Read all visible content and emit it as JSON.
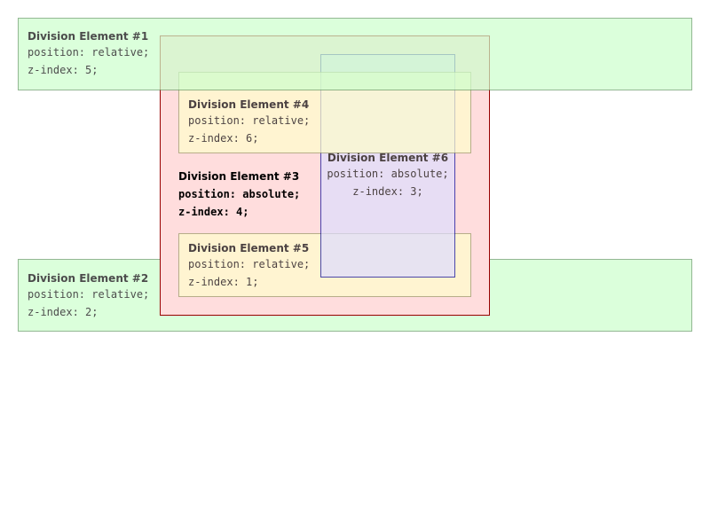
{
  "div1": {
    "title": "Division Element #1",
    "position": "position: relative;",
    "zindex": "z-index: 5;"
  },
  "div2": {
    "title": "Division Element #2",
    "position": "position: relative;",
    "zindex": "z-index: 2;"
  },
  "div3": {
    "title": "Division Element #3",
    "position": "position: absolute;",
    "zindex": "z-index: 4;"
  },
  "div4": {
    "title": "Division Element #4",
    "position": "position: relative;",
    "zindex": "z-index: 6;"
  },
  "div5": {
    "title": "Division Element #5",
    "position": "position: relative;",
    "zindex": "z-index: 1;"
  },
  "div6": {
    "title": "Division Element #6",
    "position": "position: absolute;",
    "zindex": "z-index: 3;"
  },
  "colors": {
    "green_bg": "#ccffcc",
    "green_border": "#669966",
    "pink_bg": "#ffdddd",
    "pink_border": "#990000",
    "yellow_bg": "#ffffcc",
    "yellow_border": "#999966",
    "purple_bg": "#ddddff",
    "purple_border": "#000099"
  }
}
